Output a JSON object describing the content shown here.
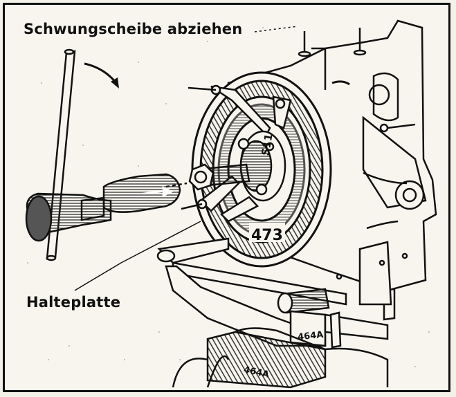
{
  "labels": {
    "title": "Schwungscheibe abziehen",
    "part_label": "Halteplatte"
  },
  "markings": {
    "flywheel_number": "473",
    "puller_number": "S11",
    "stand_number_upper": "464A",
    "stand_number_lower": "464A"
  },
  "colors": {
    "ink": "#111111",
    "paper": "#f7f5ee"
  }
}
